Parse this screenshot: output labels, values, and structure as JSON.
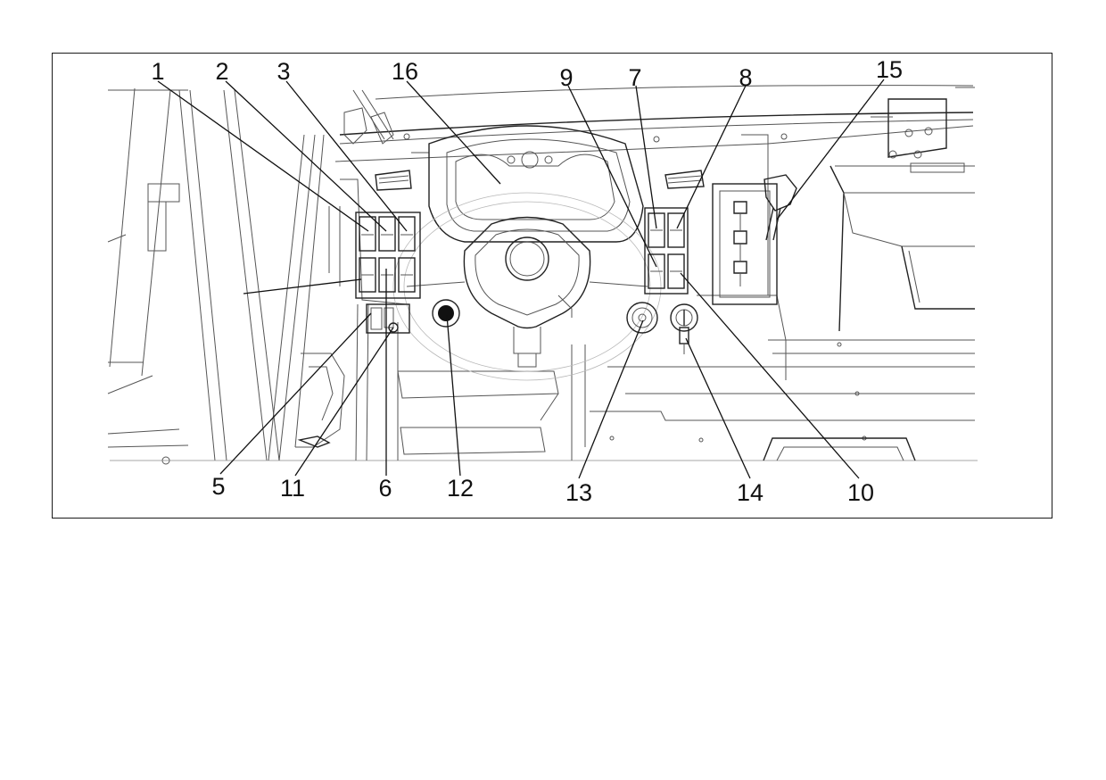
{
  "figure": {
    "callouts": [
      {
        "id": "c1",
        "label": "1"
      },
      {
        "id": "c2",
        "label": "2"
      },
      {
        "id": "c3",
        "label": "3"
      },
      {
        "id": "c16",
        "label": "16"
      },
      {
        "id": "c9",
        "label": "9"
      },
      {
        "id": "c7",
        "label": "7"
      },
      {
        "id": "c8",
        "label": "8"
      },
      {
        "id": "c15",
        "label": "15"
      },
      {
        "id": "c5",
        "label": "5"
      },
      {
        "id": "c11",
        "label": "11"
      },
      {
        "id": "c6",
        "label": "6"
      },
      {
        "id": "c12",
        "label": "12"
      },
      {
        "id": "c13",
        "label": "13"
      },
      {
        "id": "c14",
        "label": "14"
      },
      {
        "id": "c10",
        "label": "10"
      }
    ]
  }
}
